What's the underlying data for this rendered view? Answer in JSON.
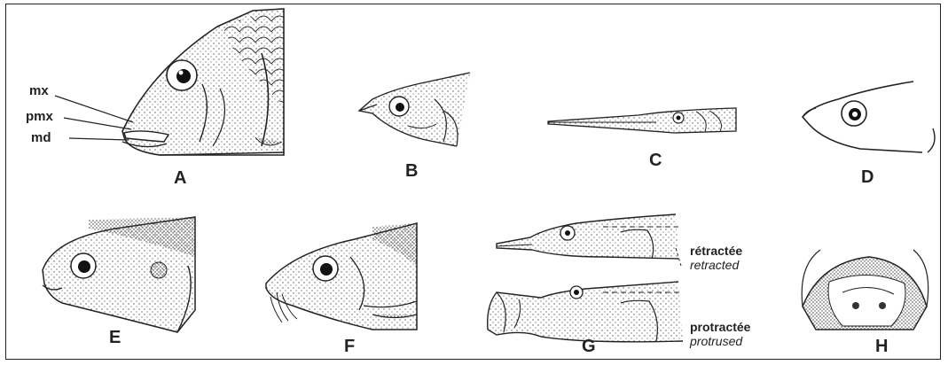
{
  "panels": [
    {
      "id": "A",
      "label": "A"
    },
    {
      "id": "B",
      "label": "B"
    },
    {
      "id": "C",
      "label": "C"
    },
    {
      "id": "D",
      "label": "D"
    },
    {
      "id": "E",
      "label": "E"
    },
    {
      "id": "F",
      "label": "F"
    },
    {
      "id": "G",
      "label": "G"
    },
    {
      "id": "H",
      "label": "H"
    }
  ],
  "annotations": {
    "mx": "mx",
    "pmx": "pmx",
    "md": "md",
    "retracted_fr": "rétractée",
    "retracted_en": "retracted",
    "protracted_fr": "protractée",
    "protracted_en": "protrused"
  },
  "colors": {
    "ink": "#222222",
    "stipple": "#555555",
    "background": "#ffffff"
  }
}
